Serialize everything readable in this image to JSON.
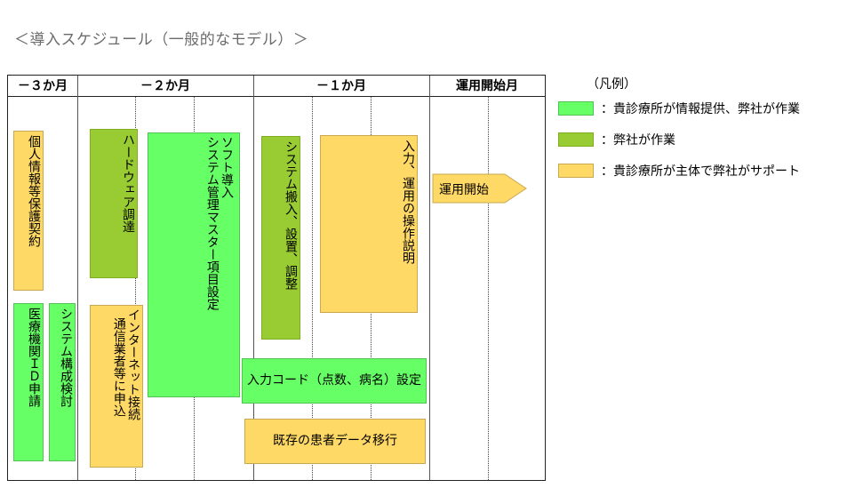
{
  "title": "＜導入スケジュール（一般的なモデル）＞",
  "columns": [
    {
      "label": "－３か月"
    },
    {
      "label": "－２か月"
    },
    {
      "label": "－１か月"
    },
    {
      "label": "運用開始月"
    }
  ],
  "tasks": {
    "t1": {
      "label": "個人情報等保護契約",
      "color": "yellow"
    },
    "t2": {
      "label": "医療機関ＩＤ申請",
      "color": "green"
    },
    "t3": {
      "label": "システム構成検討",
      "color": "green"
    },
    "t4": {
      "label": "ハードウェア調達",
      "color": "olive"
    },
    "t5": {
      "label": "インターネット接続",
      "color": "yellow"
    },
    "t6": {
      "label": "通信業者等に申込",
      "color": "yellow"
    },
    "t7": {
      "label": "ソフト導入",
      "color": "green"
    },
    "t8": {
      "label": "システム管理マスター項目設定",
      "color": "green"
    },
    "t9": {
      "label": "システム搬入、設置、調整",
      "color": "olive"
    },
    "t10": {
      "label": "入力、運用の操作説明",
      "color": "yellow"
    },
    "t11": {
      "label": "入力コード（点数、病名）設定",
      "color": "green"
    },
    "t12": {
      "label": "既存の患者データ移行",
      "color": "yellow"
    },
    "t13": {
      "label": "運用開始",
      "color": "yellow"
    }
  },
  "legend": {
    "title": "（凡例）",
    "items": [
      {
        "label": "：貴診療所が情報提供、弊社が作業",
        "color": "#66ff66"
      },
      {
        "label": "：弊社が作業",
        "color": "#99cc33"
      },
      {
        "label": "：貴診療所が主体で弊社がサポート",
        "color": "#ffd966"
      }
    ]
  },
  "colors": {
    "green": "#66ff66",
    "olive": "#99cc33",
    "yellow": "#ffd966"
  }
}
